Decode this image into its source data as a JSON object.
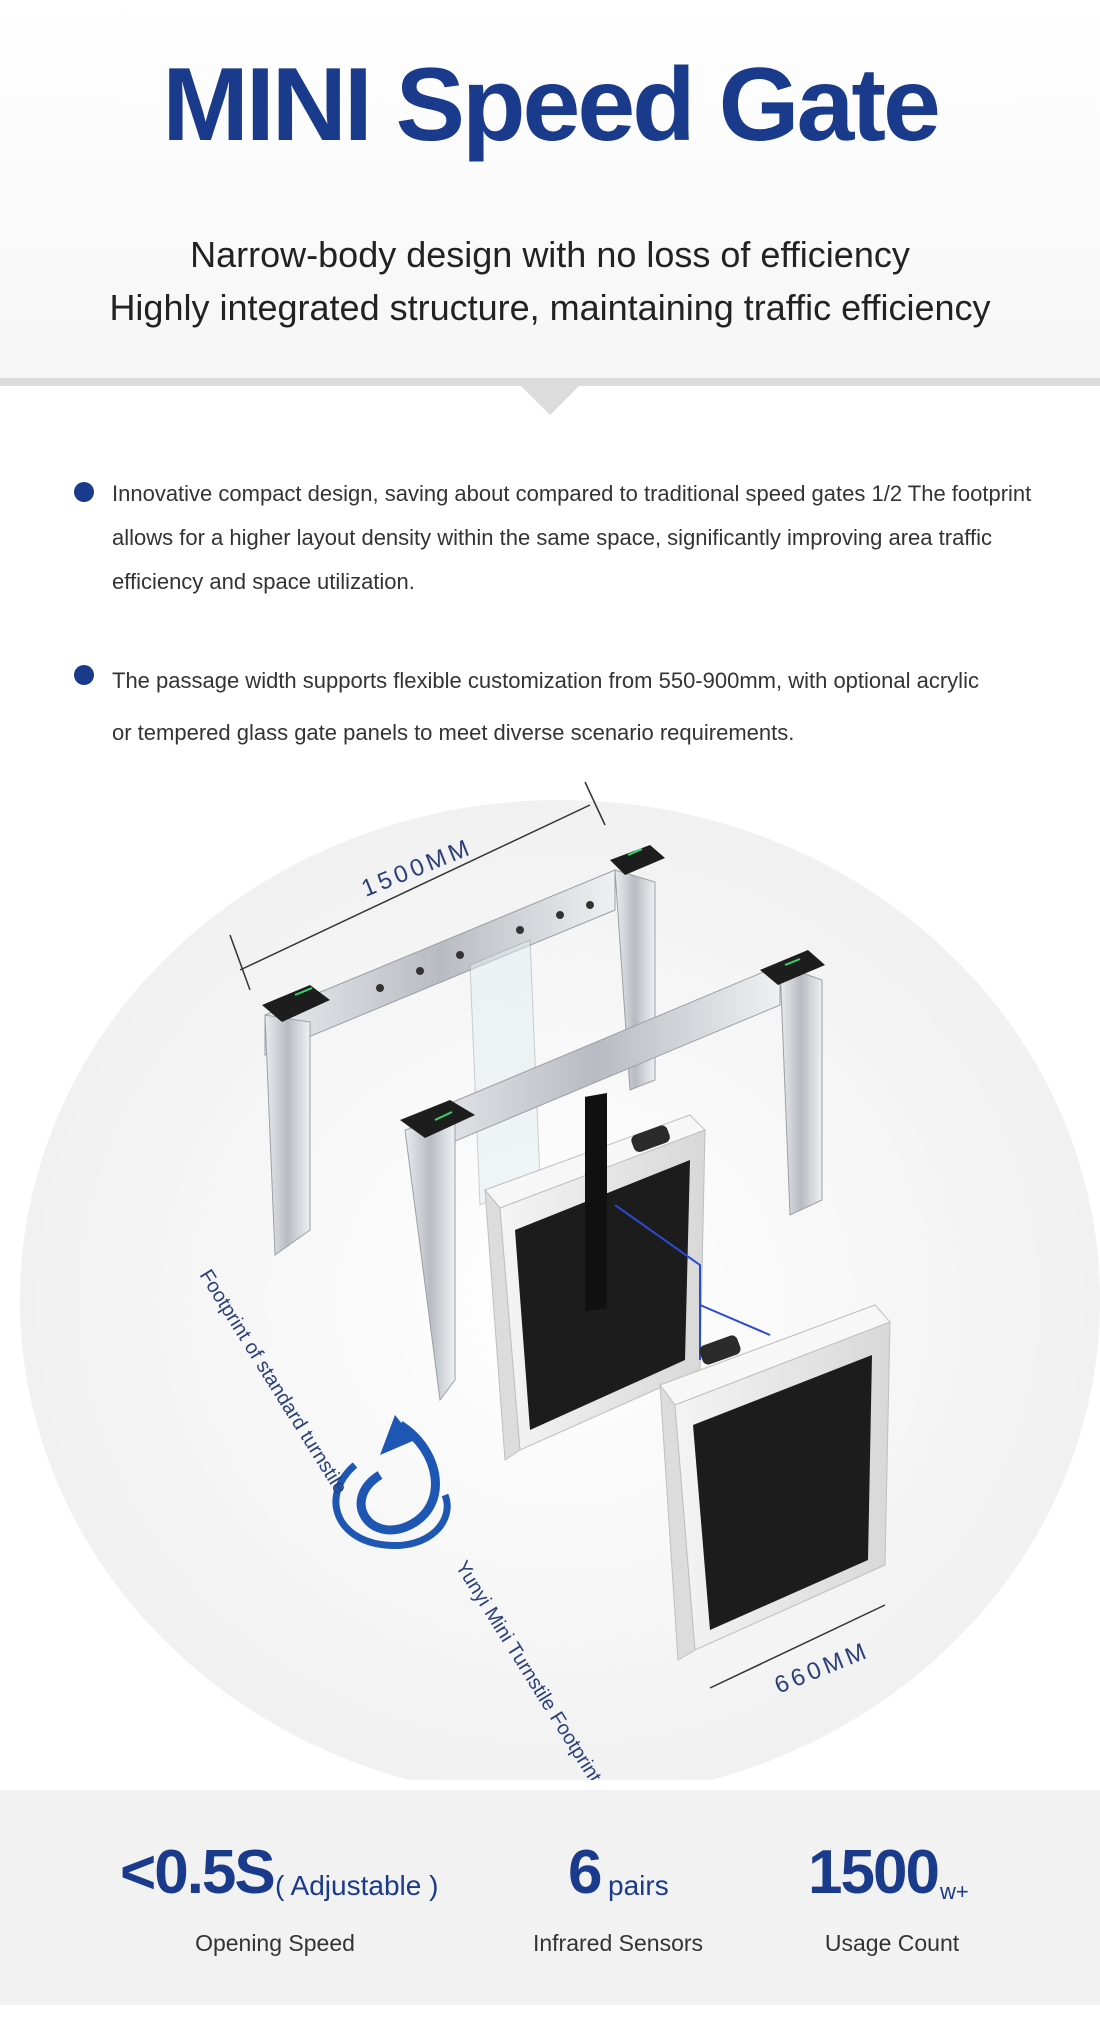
{
  "header": {
    "title": "MINI Speed Gate",
    "subtitle_line1": "Narrow-body design with no loss of efficiency",
    "subtitle_line2": "Highly integrated structure, maintaining traffic efficiency"
  },
  "features": [
    {
      "line1": "Innovative compact design, saving about compared to traditional speed gates 1/2  The footprint",
      "line2": "allows for a higher layout density within the same space, significantly improving area traffic",
      "line3": "efficiency and space utilization."
    },
    {
      "line1": "The passage width supports flexible customization from 550-900mm, with optional acrylic",
      "line2": "or tempered glass gate panels to meet diverse scenario requirements."
    }
  ],
  "figure": {
    "length_label": "1500MM",
    "width_label": "660MM",
    "standard_footprint_label": "Footprint of standard turnstile",
    "mini_footprint_label": "Yunyi Mini Turnstile Footprint"
  },
  "stats": [
    {
      "value": "<0.5S",
      "suffix": "( Adjustable )",
      "label": "Opening Speed"
    },
    {
      "value": "6",
      "suffix": "pairs",
      "label": "Infrared Sensors"
    },
    {
      "value": "1500",
      "suffix": "w+",
      "label": "Usage Count"
    }
  ],
  "colors": {
    "brand_blue": "#1a3a8c",
    "panel_black": "#1c1c1c",
    "steel": "#c9ccd0",
    "indicator_green": "#39d66b"
  }
}
